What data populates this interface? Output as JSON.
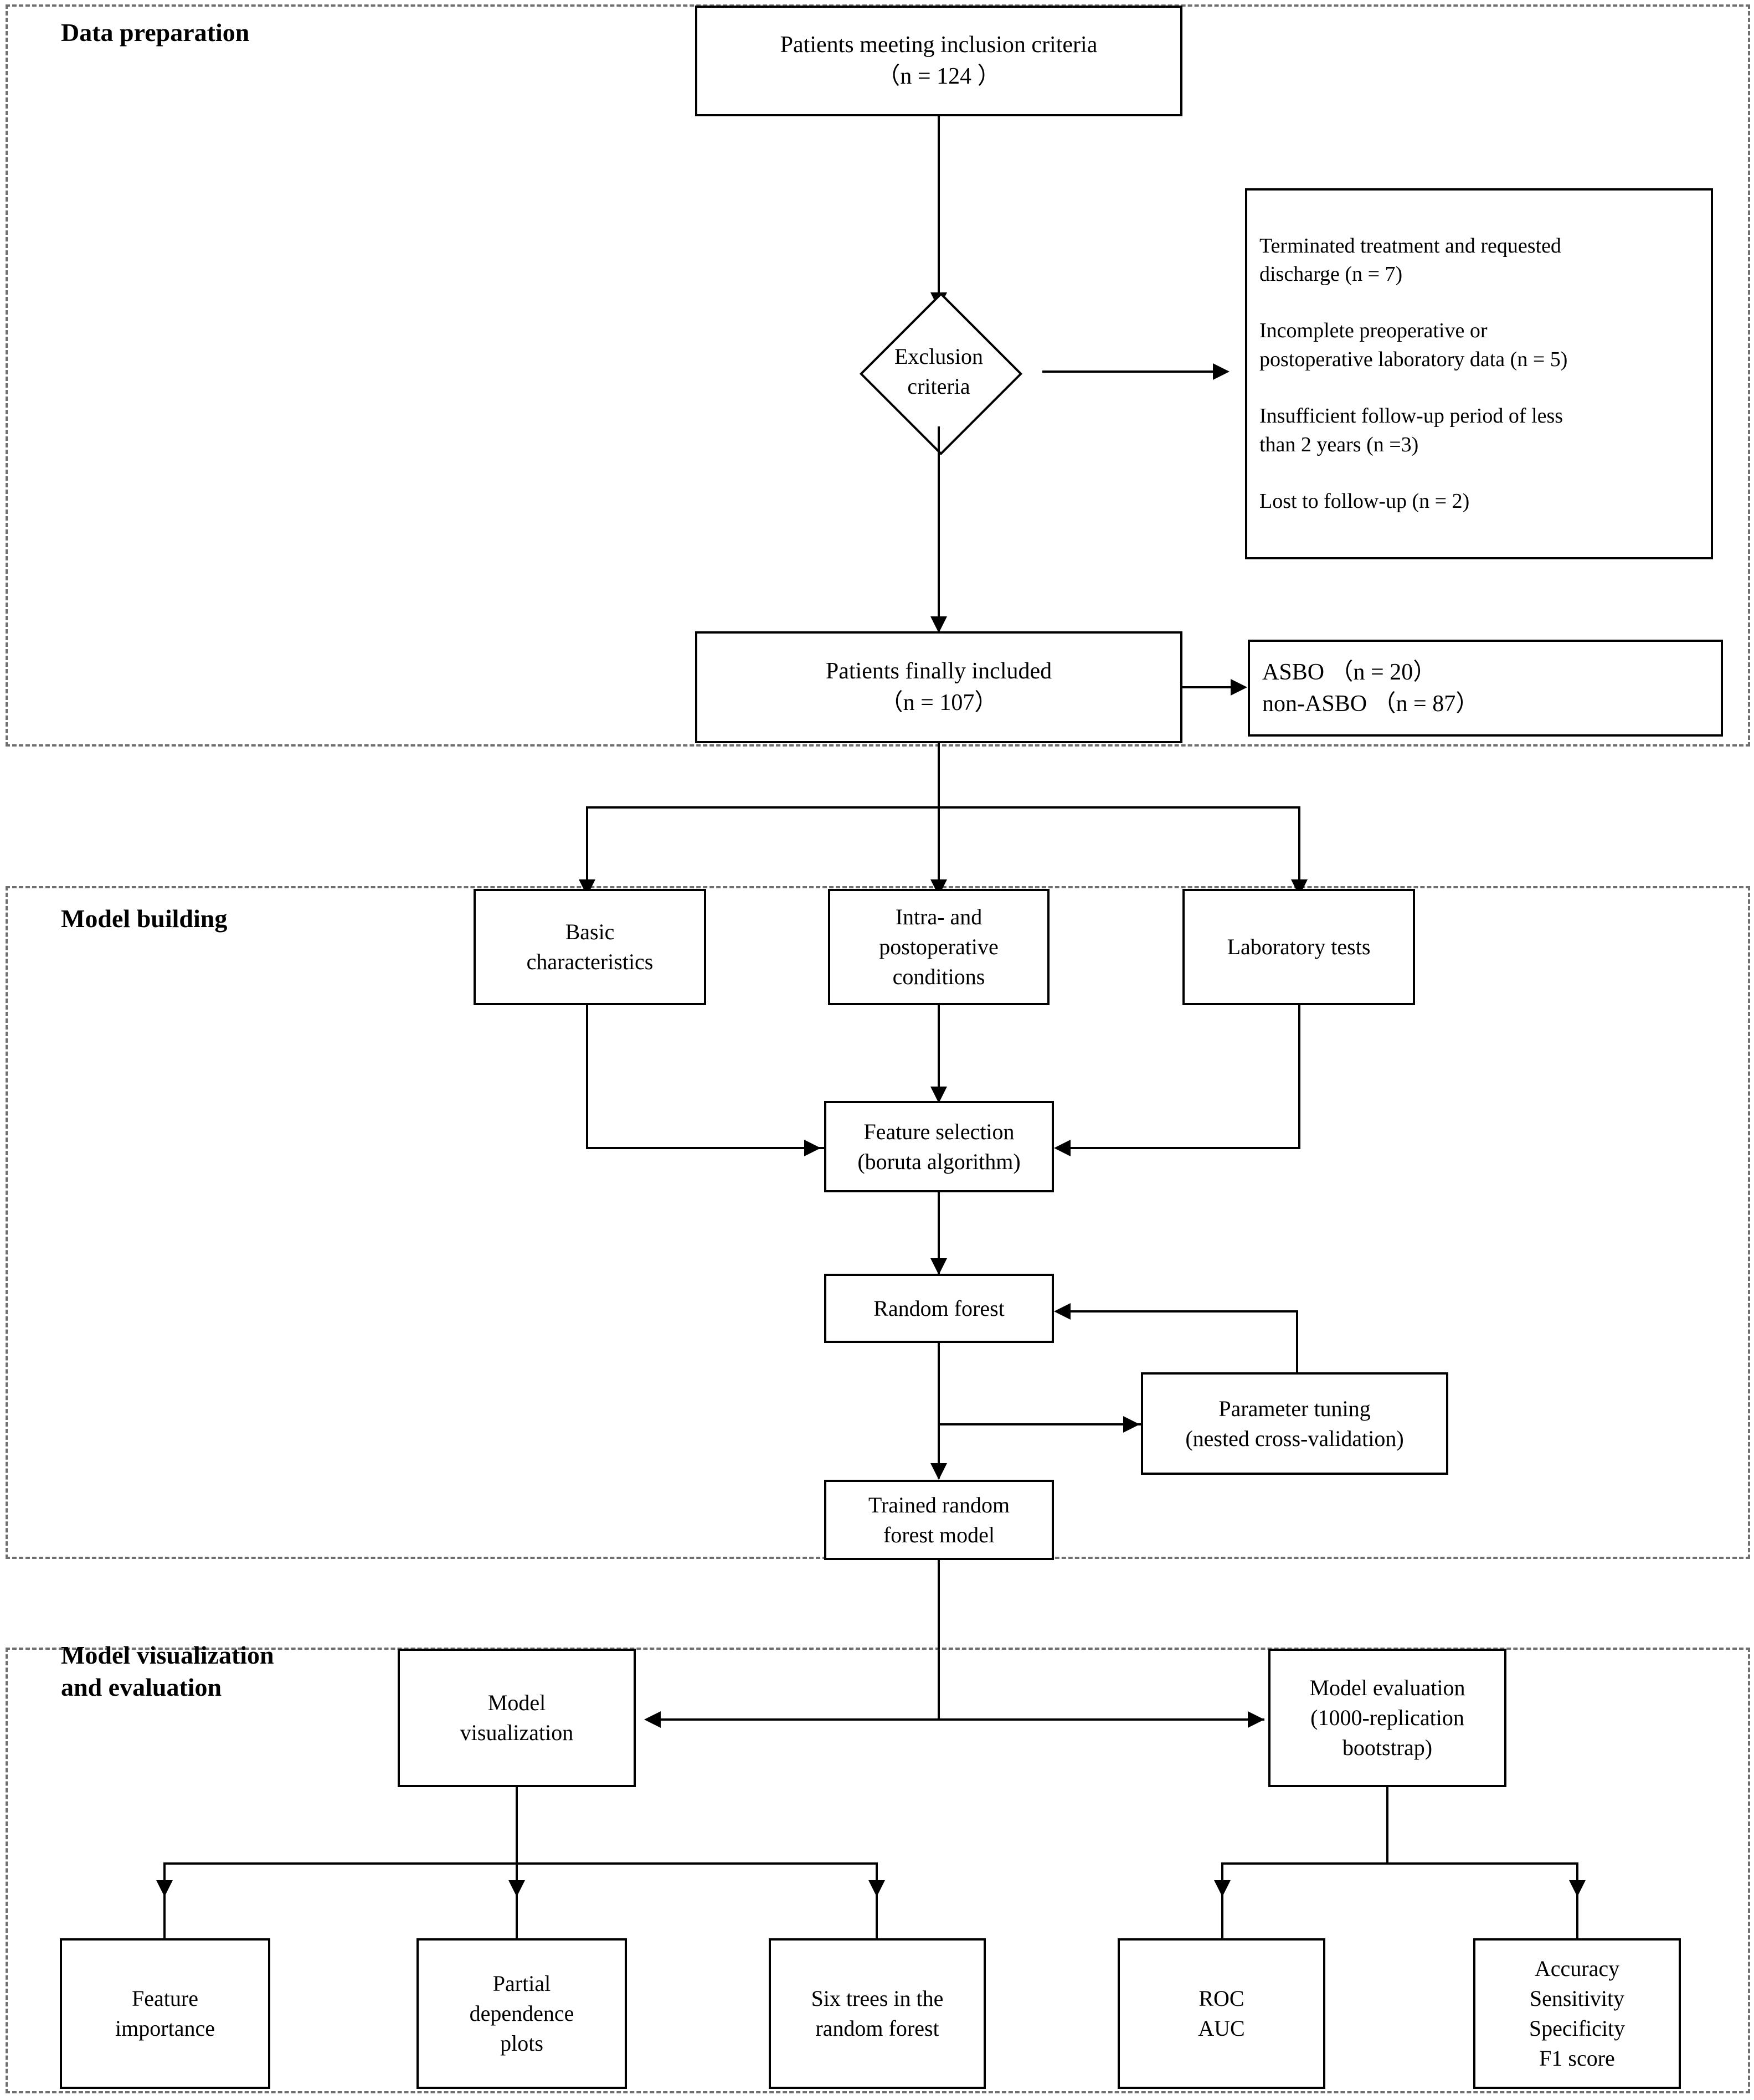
{
  "figure": {
    "type": "flowchart",
    "orientation": "top-to-bottom"
  },
  "sections": [
    {
      "id": "data-preparation",
      "title": "Data preparation"
    },
    {
      "id": "model-building",
      "title": "Model building"
    },
    {
      "id": "model-visualization-and-evaluation",
      "title": "Model visualization\nand evaluation"
    }
  ],
  "nodes": {
    "inclusion": "Patients meeting inclusion criteria\n（n = 124 ）",
    "exclusion_diamond": "Exclusion\ncriteria",
    "exclusion_reasons": "Terminated treatment and requested\ndischarge (n = 7)\n\nIncomplete preoperative or\npostoperative laboratory data (n = 5)\n\nInsufficient follow-up period of less\nthan 2 years (n =3)\n\nLost to follow-up (n = 2)",
    "final_included": "Patients finally included\n（n = 107）",
    "groups": "ASBO （n = 20）\nnon-ASBO （n = 87）",
    "basic_characteristics": "Basic\ncharacteristics",
    "intra_postoperative": "Intra-  and\npostoperative\nconditions",
    "laboratory_tests": "Laboratory tests",
    "feature_selection": "Feature selection\n(boruta algorithm)",
    "random_forest": "Random forest",
    "parameter_tuning": "Parameter tuning\n(nested cross-validation)",
    "trained_model": "Trained random\nforest model",
    "model_visualization": "Model\nvisualization",
    "model_evaluation": "Model evaluation\n(1000-replication\nbootstrap)",
    "feature_importance": "Feature\nimportance",
    "partial_dependence": "Partial\ndependence\nplots",
    "six_trees": "Six trees in the\nrandom forest",
    "roc_auc": "ROC\nAUC",
    "metrics": "Accuracy\nSensitivity\nSpecificity\nF1 score"
  },
  "colors": {
    "stroke": "#000000",
    "background": "#ffffff",
    "section_border": "#6f6f6f"
  }
}
